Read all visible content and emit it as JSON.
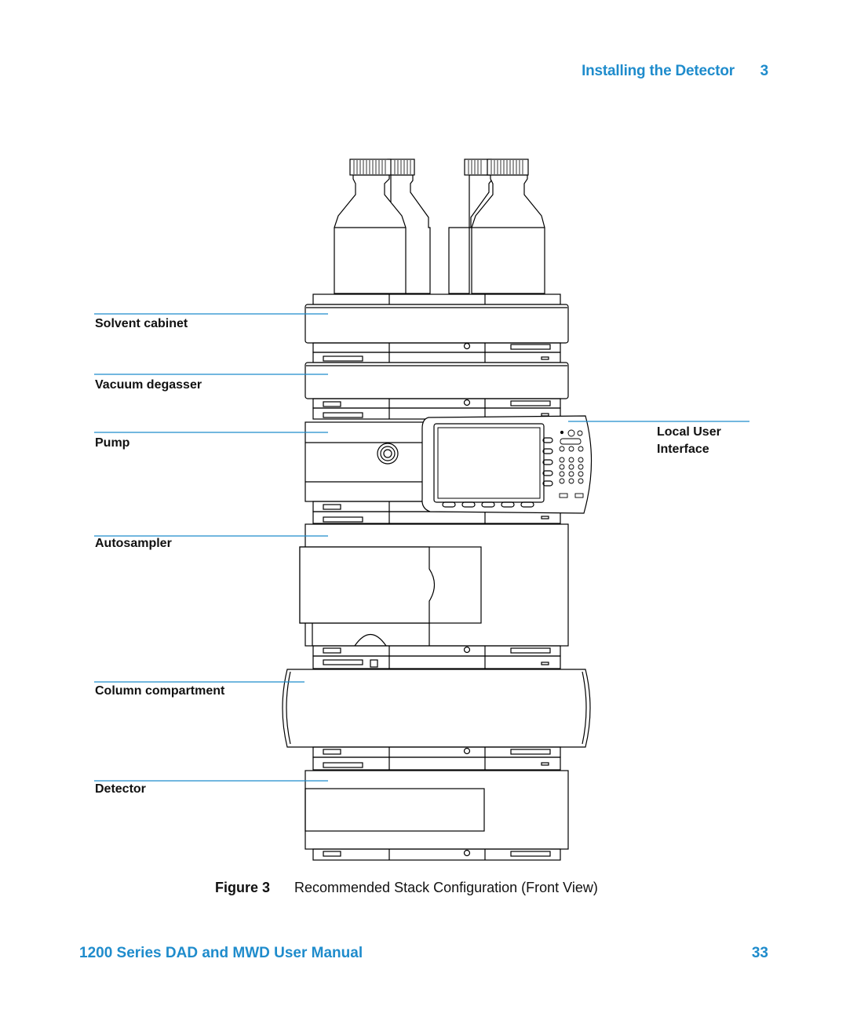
{
  "header": {
    "title": "Installing the Detector",
    "chapter": "3"
  },
  "figure": {
    "labels": {
      "solvent_cabinet": "Solvent cabinet",
      "vacuum_degasser": "Vacuum degasser",
      "pump": "Pump",
      "autosampler": "Autosampler",
      "column_compartment": "Column compartment",
      "detector": "Detector",
      "local_user_interface_line1": "Local User",
      "local_user_interface_line2": "Interface"
    },
    "caption_number": "Figure 3",
    "caption_text": "Recommended Stack Configuration (Front View)"
  },
  "footer": {
    "manual_title": "1200 Series DAD and MWD User Manual",
    "page_number": "33"
  },
  "colors": {
    "accent": "#1f8ccc",
    "leader_line": "#1f8ccc",
    "drawing": "#000000"
  }
}
